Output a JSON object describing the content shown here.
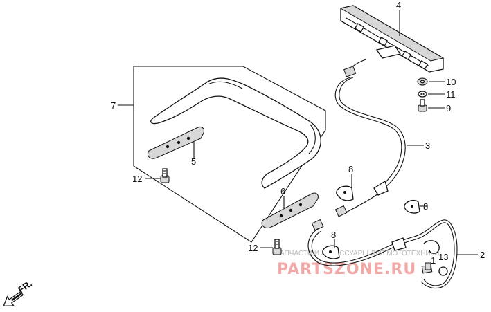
{
  "diagram": {
    "callouts": {
      "p1": "1",
      "p2": "2",
      "p3": "3",
      "p4": "4",
      "p5": "5",
      "p6": "6",
      "p7": "7",
      "p8a": "8",
      "p8b": "8",
      "p8c": "8",
      "p9": "9",
      "p10": "10",
      "p11": "11",
      "p12a": "12",
      "p12b": "12",
      "p13": "13"
    },
    "direction_label": "FR."
  },
  "watermark": {
    "tagline": "ЗАПЧАСТИ И АКСЕССУАРЫ ДЛЯ МОТОТЕХНИКИ",
    "brand": "PARTSZONE.RU"
  }
}
